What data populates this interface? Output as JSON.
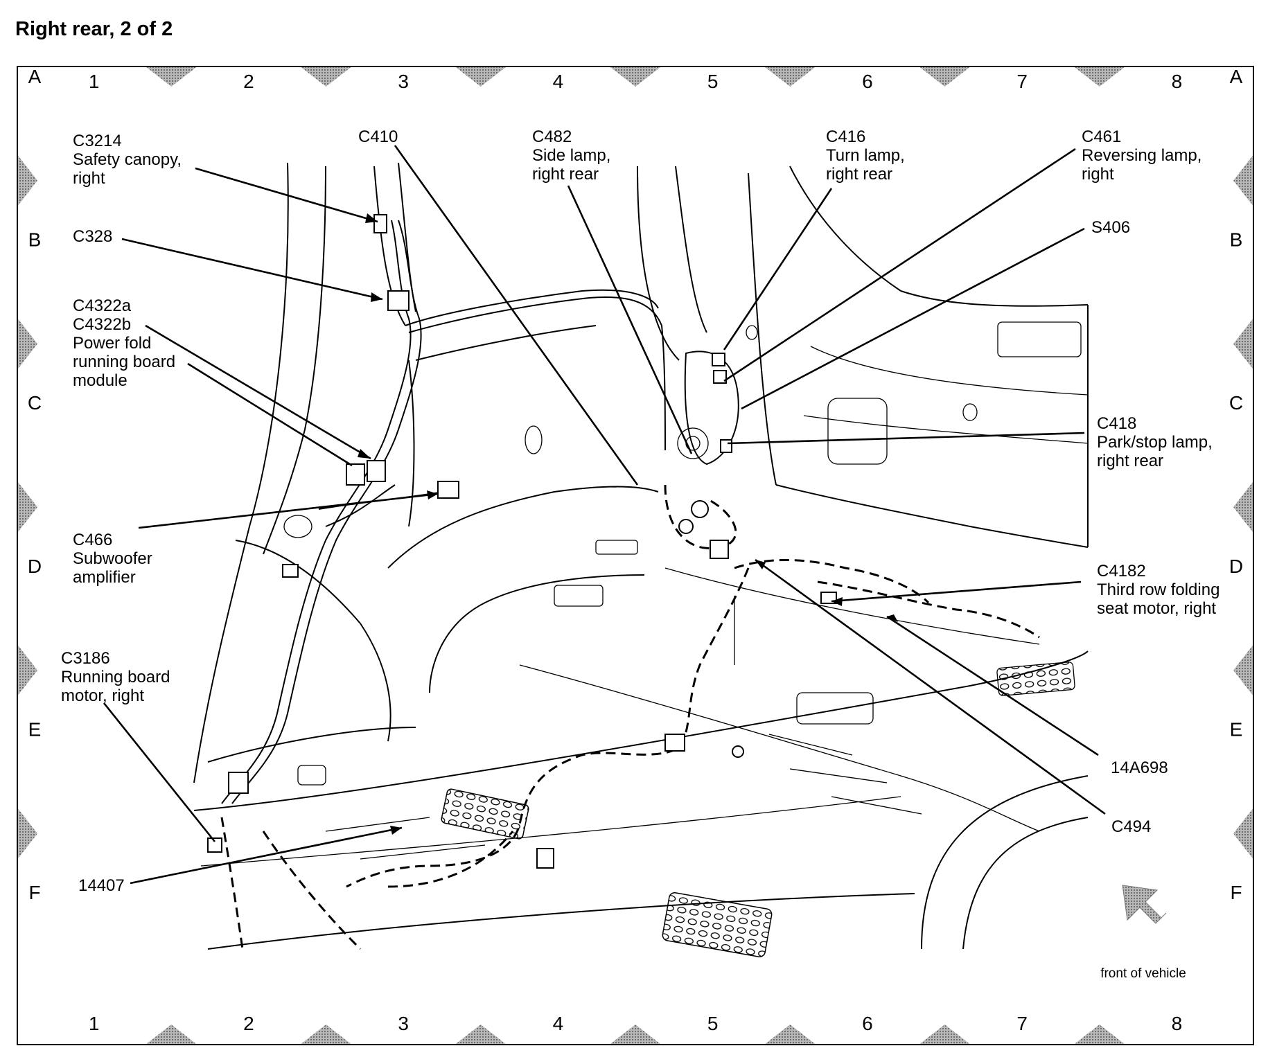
{
  "title": "Right rear, 2 of 2",
  "grid": {
    "columns": [
      "1",
      "2",
      "3",
      "4",
      "5",
      "6",
      "7",
      "8"
    ],
    "rows": [
      "A",
      "B",
      "C",
      "D",
      "E",
      "F"
    ]
  },
  "labels": {
    "c3214": [
      "C3214",
      "Safety canopy,",
      "right"
    ],
    "c328": [
      "C328"
    ],
    "c4322": [
      "C4322a",
      "C4322b",
      "Power fold",
      "running board",
      "module"
    ],
    "c466": [
      "C466",
      "Subwoofer",
      "amplifier"
    ],
    "c3186": [
      "C3186",
      "Running board",
      "motor, right"
    ],
    "l14407": [
      "14407"
    ],
    "c410": [
      "C410"
    ],
    "c482": [
      "C482",
      "Side lamp,",
      "right rear"
    ],
    "c416": [
      "C416",
      "Turn lamp,",
      "right rear"
    ],
    "c461": [
      "C461",
      "Reversing lamp,",
      "right"
    ],
    "s406": [
      "S406"
    ],
    "c418": [
      "C418",
      "Park/stop lamp,",
      "right rear"
    ],
    "c4182": [
      "C4182",
      "Third row folding",
      "seat motor, right"
    ],
    "l14a698": [
      "14A698"
    ],
    "c494": [
      "C494"
    ]
  },
  "front_arrow_label": "front of vehicle",
  "colors": {
    "marker": "#9a9a9a",
    "line": "#000000"
  }
}
